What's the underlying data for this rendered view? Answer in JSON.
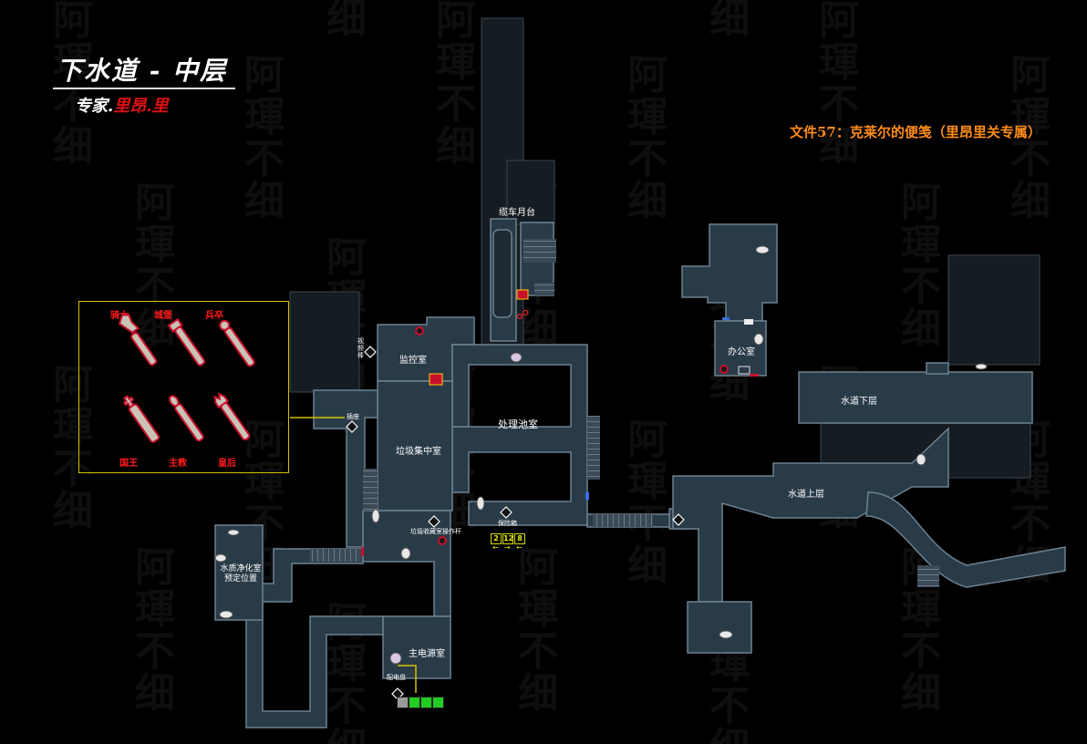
{
  "title": "下水道 - 中层",
  "subtitle_prefix": "专家.",
  "subtitle_highlight": "里昂.里",
  "document_note": "文件57：克莱尔的便笺（里昂里关专属）",
  "watermark": [
    "阿",
    "琿",
    "不",
    "细"
  ],
  "rooms": {
    "cable_car": "缆车月台",
    "monitor": "监控室",
    "treatment": "处理池室",
    "garbage": "垃圾集中室",
    "office": "办公室",
    "lower_water": "水道下层",
    "upper_water": "水道上层",
    "water_purify": "水质净化室\n预定位置",
    "main_power": "主电源室"
  },
  "small_labels": {
    "valve": "视频棒",
    "plug": "插座",
    "safe": "保险箱",
    "lever": "垃圾收藏室操作杆",
    "panel": "配电盘"
  },
  "chess": {
    "top": [
      "骑士",
      "城堡",
      "兵卒"
    ],
    "bottom": [
      "国王",
      "主教",
      "皇后"
    ]
  },
  "safe_code": [
    "2",
    "12",
    "8"
  ],
  "colors": {
    "room_fill": "#2a3b48",
    "room_stroke": "#6d8190",
    "accent_yellow": "#d6c200",
    "red": "#e01010",
    "orange": "#ff8c1a",
    "green": "#22cc22"
  },
  "power_panel": [
    "gray",
    "green",
    "green",
    "green"
  ]
}
